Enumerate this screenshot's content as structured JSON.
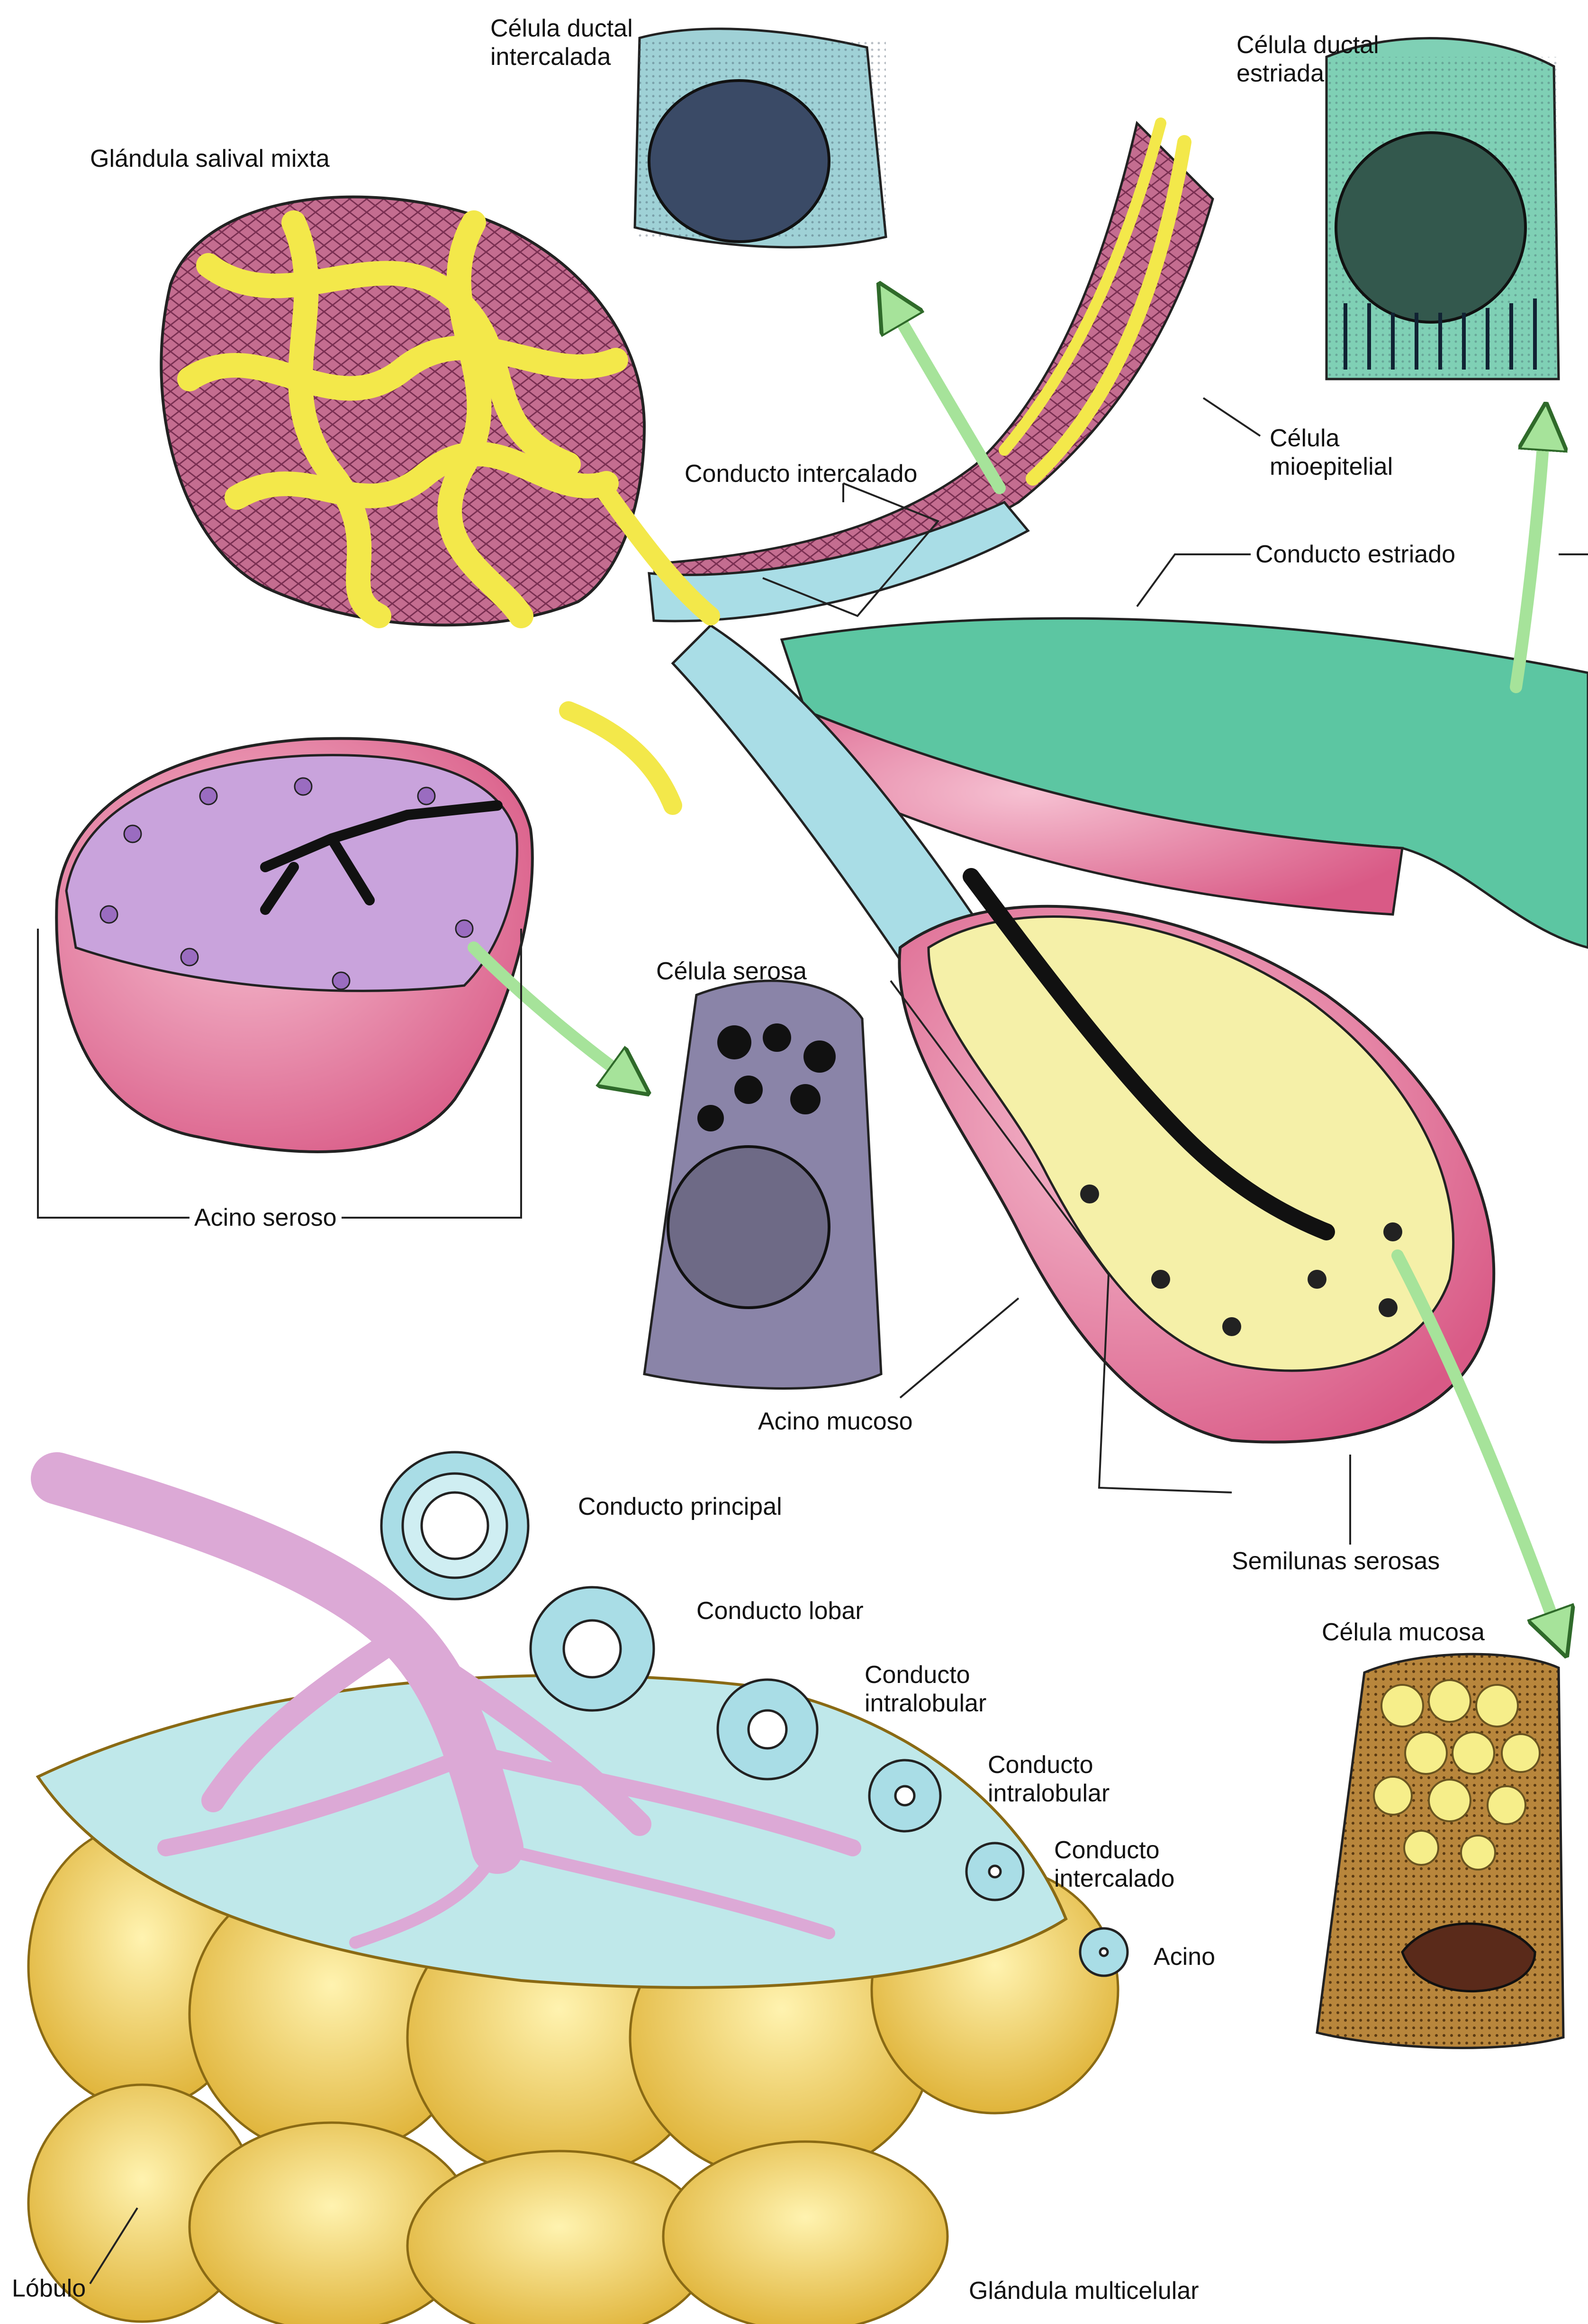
{
  "labels": {
    "mixed_gland": "Glándula salival mixta",
    "intercalated_duct_cell": [
      "Célula ductal",
      "intercalada"
    ],
    "striated_duct_cell": [
      "Célula ductal",
      "estriada"
    ],
    "myoepithelial_cell": [
      "Célula",
      "mioepitelial"
    ],
    "intercalated_duct": "Conducto intercalado",
    "striated_duct": "Conducto estriado",
    "serous_cell": "Célula serosa",
    "serous_acinus": "Acino seroso",
    "mucous_acinus": "Acino mucoso",
    "serous_demilunes": "Semilunas serosas",
    "mucous_cell": "Célula mucosa",
    "main_duct": "Conducto principal",
    "lobar_duct": "Conducto lobar",
    "intralobular_duct_1": [
      "Conducto",
      "intralobular"
    ],
    "intralobular_duct_2": [
      "Conducto",
      "intralobular"
    ],
    "intercalated_duct_small": [
      "Conducto",
      "intercalado"
    ],
    "acinus": "Acino",
    "lobule": "Lóbulo",
    "multicellular_gland": "Glándula multicelular"
  },
  "colors": {
    "tubule_yellow": "#f3e84a",
    "connective_pink": "#c86a8c",
    "serous_purple": "#c9a3dc",
    "duct_blue": "#a9dde6",
    "striated_green": "#58c9a3",
    "mucous_yellow": "#f5f0a8",
    "lumen_black": "#111111",
    "arrow_green": "#a6e39a",
    "lobule_gold": "#f1d36a",
    "lobule_cyan": "#bfe8ea",
    "vessel_pink": "#dca9d6"
  }
}
